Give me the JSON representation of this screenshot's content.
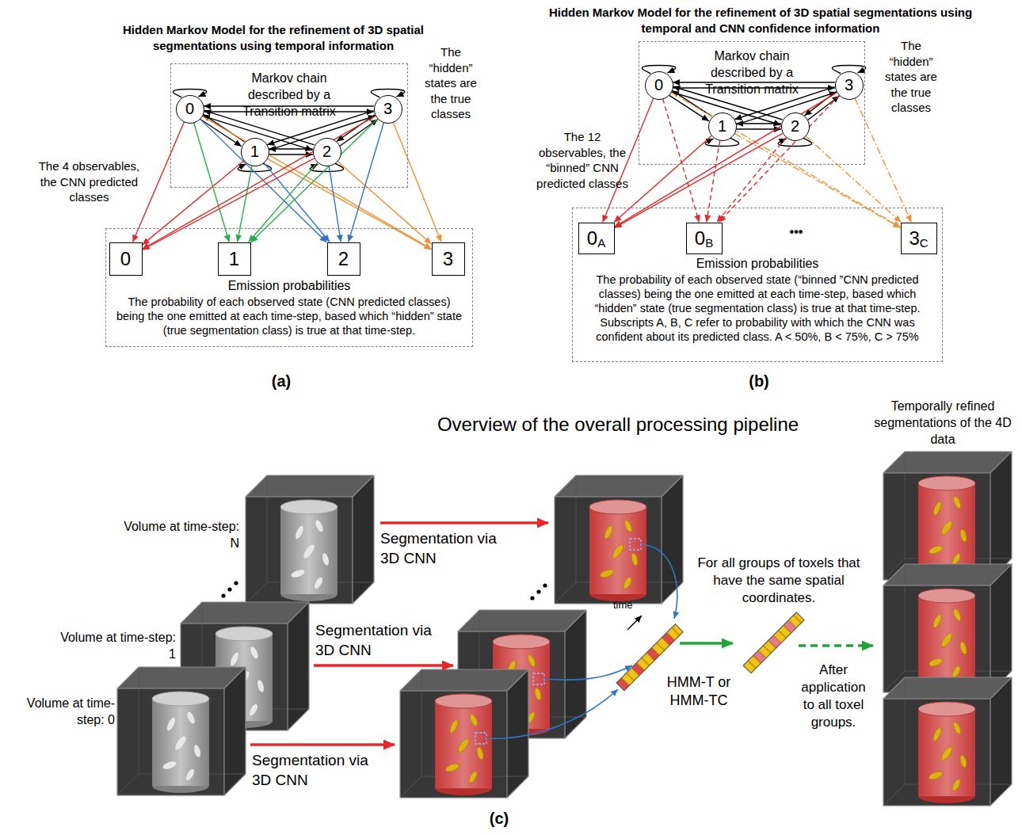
{
  "diagram": {
    "nodes": [
      {
        "text": [
          "Markov chain described by a Transition matrix"
        ]
      },
      {
        "text": [
          "0"
        ],
        "in": 0
      },
      {
        "text": [
          "1"
        ],
        "in": 0
      },
      {
        "text": [
          "2"
        ],
        "in": 0
      },
      {
        "text": [
          "3"
        ],
        "in": 0
      },
      {
        "text": [
          "Emission probabilities",
          "The probability of each observed state (CNN predicted classes) being the one emitted at each time-step, based which “hidden” state (true segmentation class) is true at that time-step."
        ]
      },
      {
        "text": [
          "0"
        ],
        "in": 5
      },
      {
        "text": [
          "1"
        ],
        "in": 5
      },
      {
        "text": [
          "2"
        ],
        "in": 5
      },
      {
        "text": [
          "3"
        ],
        "in": 5
      },
      {
        "text": [
          "Markov chain described by a Transition matrix"
        ]
      },
      {
        "text": [
          "0"
        ],
        "in": 10
      },
      {
        "text": [
          "1"
        ],
        "in": 10
      },
      {
        "text": [
          "2"
        ],
        "in": 10
      },
      {
        "text": [
          "3"
        ],
        "in": 10
      },
      {
        "text": [
          "Emission probabilities",
          "The probability of each observed state (“binned ”CNN predicted classes) being the one emitted at each time-step, based which “hidden” state (true segmentation class) is true at that time-step. Subscripts A, B, C refer to probability with which the CNN was confident about its predicted class. A < 50%, B < 75%, C > 75%"
        ]
      },
      {
        "text": [
          "0",
          "A"
        ],
        "in": 15
      },
      {
        "text": [
          "0",
          "B"
        ],
        "in": 15
      },
      {
        "text": [
          "3",
          "C"
        ],
        "in": 15
      }
    ],
    "edges": [
      {
        "from": 1,
        "to": 4,
        "arrow": "to"
      },
      {
        "from": 4,
        "to": 1,
        "arrow": "to"
      },
      {
        "from": 1,
        "to": 2,
        "arrow": "to"
      },
      {
        "from": 2,
        "to": 1,
        "arrow": "to"
      },
      {
        "from": 1,
        "to": 3,
        "arrow": "to"
      },
      {
        "from": 3,
        "to": 1,
        "arrow": "to"
      },
      {
        "from": 2,
        "to": 3,
        "arrow": "to"
      },
      {
        "from": 3,
        "to": 2,
        "arrow": "to"
      },
      {
        "from": 2,
        "to": 4,
        "arrow": "to"
      },
      {
        "from": 4,
        "to": 2,
        "arrow": "to"
      },
      {
        "from": 3,
        "to": 4,
        "arrow": "to"
      },
      {
        "from": 4,
        "to": 3,
        "arrow": "to"
      },
      {
        "from": 1,
        "to": 1,
        "arrow": "to"
      },
      {
        "from": 2,
        "to": 2,
        "arrow": "to"
      },
      {
        "from": 3,
        "to": 3,
        "arrow": "to"
      },
      {
        "from": 4,
        "to": 4,
        "arrow": "to"
      },
      {
        "from": 1,
        "to": 6,
        "arrow": "to"
      },
      {
        "from": 1,
        "to": 7,
        "arrow": "to"
      },
      {
        "from": 1,
        "to": 8,
        "arrow": "to"
      },
      {
        "from": 1,
        "to": 9,
        "arrow": "to"
      },
      {
        "from": 2,
        "to": 6,
        "arrow": "to"
      },
      {
        "from": 2,
        "to": 7,
        "arrow": "to"
      },
      {
        "from": 2,
        "to": 8,
        "arrow": "to"
      },
      {
        "from": 2,
        "to": 9,
        "arrow": "to"
      },
      {
        "from": 3,
        "to": 6,
        "arrow": "to"
      },
      {
        "from": 3,
        "to": 7,
        "arrow": "to"
      },
      {
        "from": 3,
        "to": 8,
        "arrow": "to"
      },
      {
        "from": 3,
        "to": 9,
        "arrow": "to"
      },
      {
        "from": 4,
        "to": 6,
        "arrow": "to"
      },
      {
        "from": 4,
        "to": 7,
        "arrow": "to"
      },
      {
        "from": 4,
        "to": 8,
        "arrow": "to"
      },
      {
        "from": 4,
        "to": 9,
        "arrow": "to"
      },
      {
        "from": 11,
        "to": 14,
        "arrow": "to"
      },
      {
        "from": 14,
        "to": 11,
        "arrow": "to"
      },
      {
        "from": 11,
        "to": 12,
        "arrow": "to"
      },
      {
        "from": 12,
        "to": 11,
        "arrow": "to"
      },
      {
        "from": 11,
        "to": 13,
        "arrow": "to"
      },
      {
        "from": 13,
        "to": 11,
        "arrow": "to"
      },
      {
        "from": 12,
        "to": 13,
        "arrow": "to"
      },
      {
        "from": 13,
        "to": 12,
        "arrow": "to"
      },
      {
        "from": 12,
        "to": 14,
        "arrow": "to"
      },
      {
        "from": 14,
        "to": 12,
        "arrow": "to"
      },
      {
        "from": 13,
        "to": 14,
        "arrow": "to"
      },
      {
        "from": 14,
        "to": 13,
        "arrow": "to"
      },
      {
        "from": 11,
        "to": 11,
        "arrow": "to"
      },
      {
        "from": 12,
        "to": 12,
        "arrow": "to"
      },
      {
        "from": 13,
        "to": 13,
        "arrow": "to"
      },
      {
        "from": 14,
        "to": 14,
        "arrow": "to"
      },
      {
        "from": 11,
        "to": 16,
        "arrow": "to"
      },
      {
        "from": 11,
        "to": 17,
        "arrow": "to"
      },
      {
        "from": 11,
        "to": 18,
        "arrow": "to"
      },
      {
        "from": 12,
        "to": 16,
        "arrow": "to"
      },
      {
        "from": 12,
        "to": 17,
        "arrow": "to"
      },
      {
        "from": 12,
        "to": 18,
        "arrow": "to"
      },
      {
        "from": 13,
        "to": 16,
        "arrow": "to"
      },
      {
        "from": 13,
        "to": 17,
        "arrow": "to"
      },
      {
        "from": 13,
        "to": 18,
        "arrow": "to"
      },
      {
        "from": 14,
        "to": 16,
        "arrow": "to"
      },
      {
        "from": 14,
        "to": 17,
        "arrow": "to"
      },
      {
        "from": 14,
        "to": 18,
        "arrow": "to"
      }
    ],
    "labels": [
      "Hidden Markov Model for the refinement of 3D spatial segmentations using temporal information",
      "The “hidden” states are the true classes",
      "The 4 observables, the CNN predicted classes",
      "(a)",
      "Hidden Markov Model for the refinement of 3D spatial segmentations using temporal and CNN confidence information",
      "The “hidden” states are the true classes",
      "The 12 observables, the “binned” CNN predicted classes",
      "•••",
      "(b)",
      "Overview of the overall processing pipeline",
      "Temporally refined segmentations of the 4D data",
      "Volume at time-step: N",
      "Segmentation via 3D CNN",
      "For all groups of toxels that have the same spatial coordinates.",
      "time",
      "Volume at time-step: 1",
      "Segmentation via 3D CNN",
      "HMM-T or HMM-TC",
      "After application to all toxel groups.",
      "Volume at time-step: 0",
      "Segmentation via 3D CNN",
      "(c)"
    ]
  }
}
